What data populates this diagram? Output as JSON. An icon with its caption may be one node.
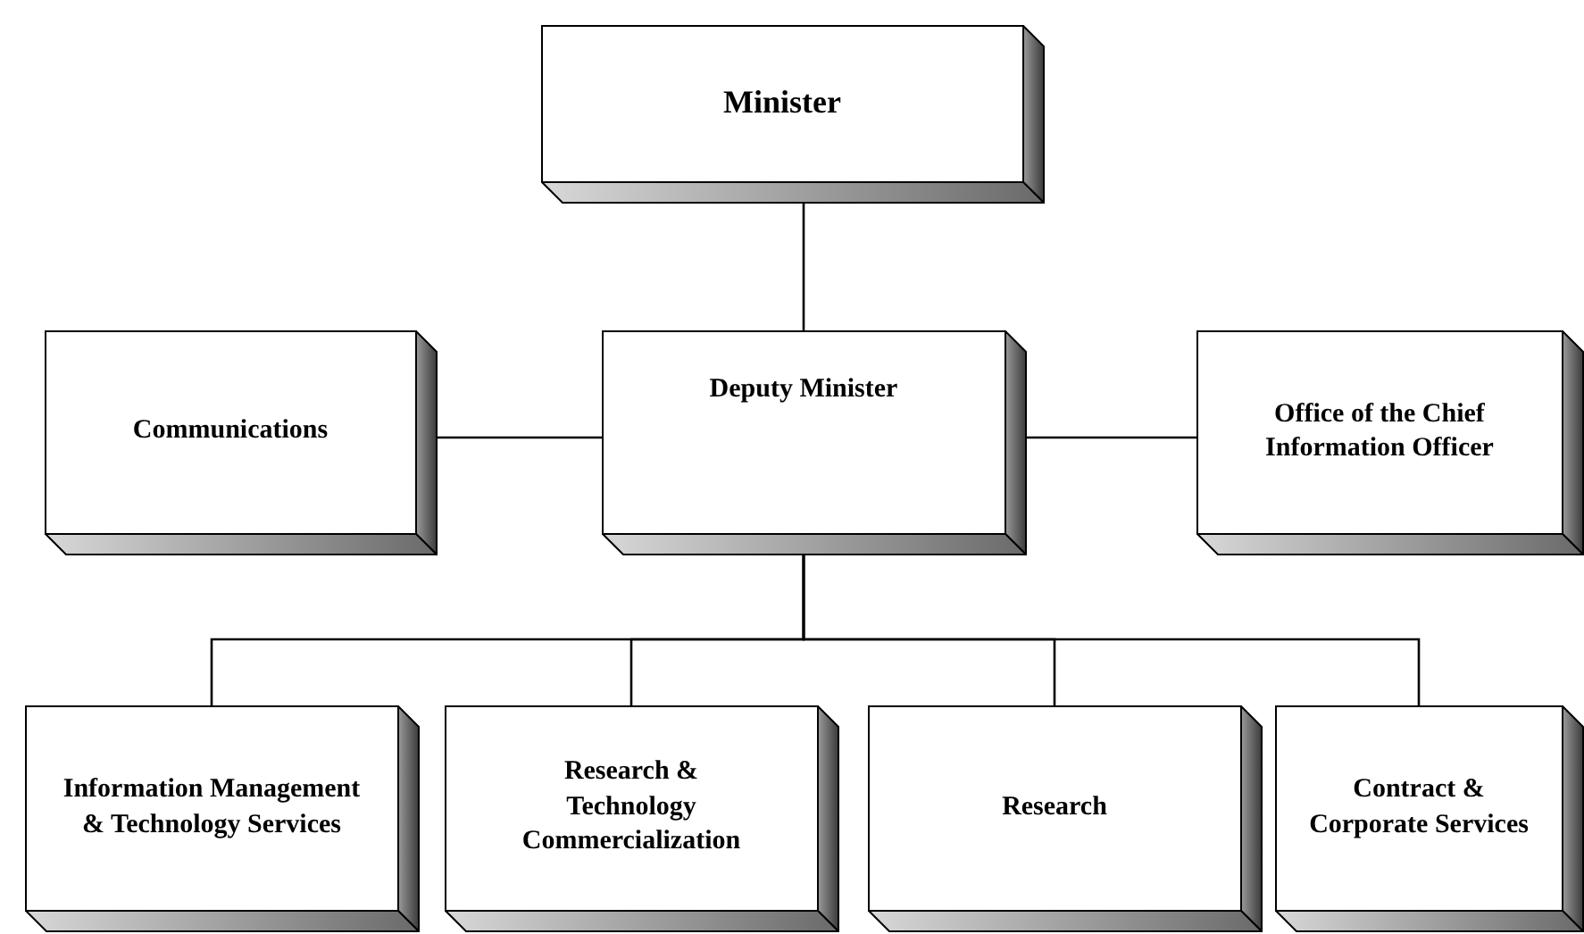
{
  "diagram": {
    "nodes": [
      {
        "text": [
          "Minister"
        ]
      },
      {
        "text": [
          "Communications"
        ]
      },
      {
        "text": [
          "Deputy Minister"
        ]
      },
      {
        "text": [
          "Office of the Chief Information Officer"
        ]
      },
      {
        "text": [
          "Information Management & Technology Services"
        ]
      },
      {
        "text": [
          "Research & Technology Commercialization"
        ]
      },
      {
        "text": [
          "Research"
        ]
      },
      {
        "text": [
          "Contract & Corporate Services"
        ]
      }
    ],
    "edges": [
      {
        "from": 0,
        "to": 2,
        "arrow": "none"
      },
      {
        "from": 1,
        "to": 2,
        "arrow": "none"
      },
      {
        "from": 2,
        "to": 3,
        "arrow": "none"
      },
      {
        "from": 2,
        "to": 4,
        "arrow": "none"
      },
      {
        "from": 2,
        "to": 5,
        "arrow": "none"
      },
      {
        "from": 2,
        "to": 6,
        "arrow": "none"
      },
      {
        "from": 2,
        "to": 7,
        "arrow": "none"
      }
    ]
  }
}
